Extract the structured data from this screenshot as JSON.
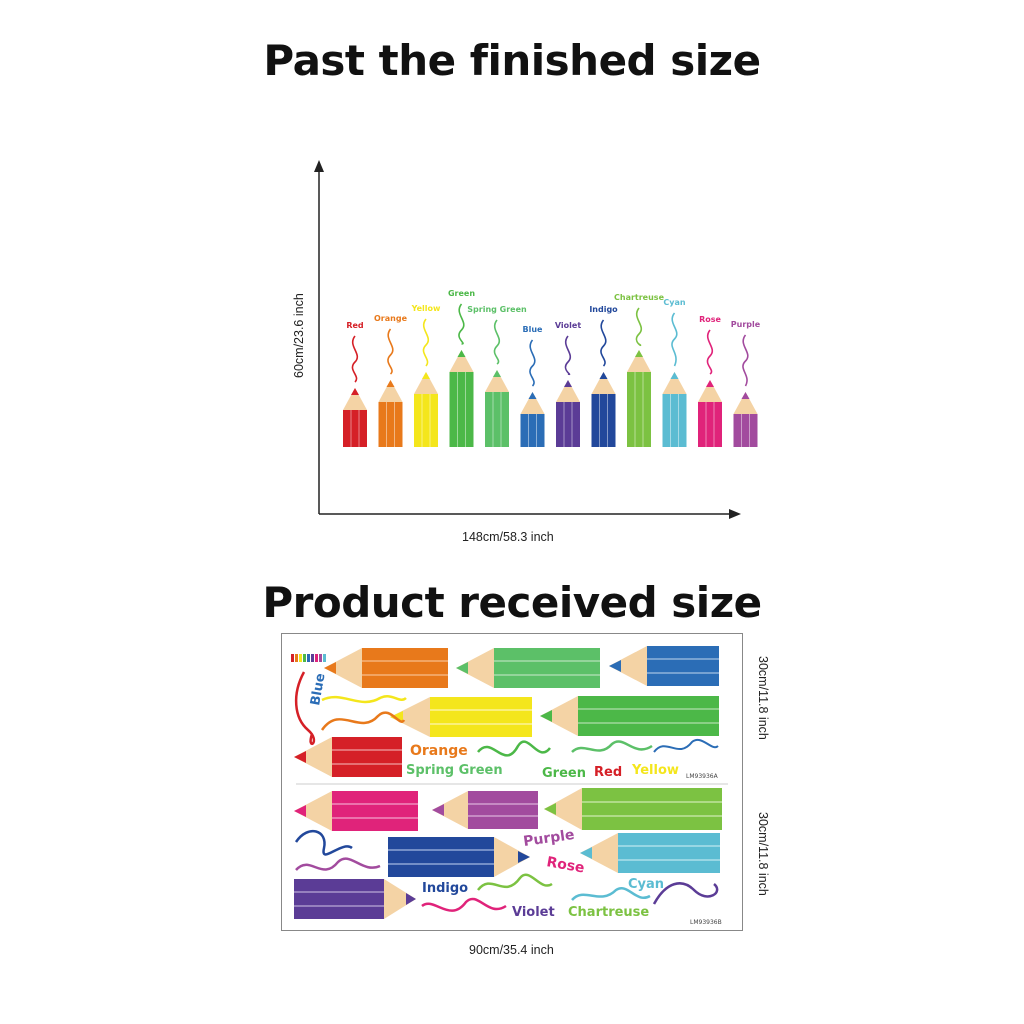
{
  "headings": {
    "finished": "Past the finished size",
    "received": "Product received size"
  },
  "dimensions": {
    "finished_height": "60cm/23.6 inch",
    "finished_width": "148cm/58.3 inch",
    "sheet_a_height": "30cm/11.8 inch",
    "sheet_b_height": "30cm/11.8 inch",
    "received_width": "90cm/35.4 inch"
  },
  "pencils": [
    {
      "label": "Red",
      "color": "#d52027"
    },
    {
      "label": "Orange",
      "color": "#e8791b"
    },
    {
      "label": "Yellow",
      "color": "#f4e61c"
    },
    {
      "label": "Green",
      "color": "#4cb848"
    },
    {
      "label": "Spring Green",
      "color": "#5cc068"
    },
    {
      "label": "Blue",
      "color": "#2b6db6"
    },
    {
      "label": "Violet",
      "color": "#5b3c96"
    },
    {
      "label": "Indigo",
      "color": "#22489b"
    },
    {
      "label": "Chartreuse",
      "color": "#7cc242"
    },
    {
      "label": "Cyan",
      "color": "#5bbcd2"
    },
    {
      "label": "Rose",
      "color": "#e0237a"
    },
    {
      "label": "Purple",
      "color": "#a24b9e"
    }
  ],
  "sheet": {
    "words": {
      "blue": "Blue",
      "orange": "Orange",
      "spring_green": "Spring Green",
      "green": "Green",
      "red": "Red",
      "yellow": "Yellow",
      "purple": "Purple",
      "rose": "Rose",
      "indigo": "Indigo",
      "violet": "Violet",
      "chartreuse": "Chartreuse",
      "cyan": "Cyan"
    },
    "code_a": "LM93936A",
    "code_b": "LM93936B"
  }
}
